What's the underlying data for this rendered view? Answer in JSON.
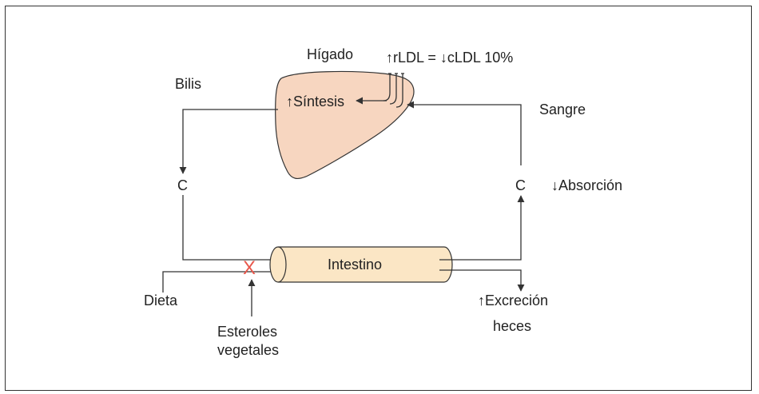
{
  "labels": {
    "higado": "Hígado",
    "rldl": "↑rLDL = ↓cLDL 10%",
    "bilis": "Bilis",
    "sintesis": "↑Síntesis",
    "sangre": "Sangre",
    "c_left": "C",
    "c_right": "C",
    "absorcion": "↓Absorción",
    "intestino": "Intestino",
    "dieta": "Dieta",
    "esteroles_1": "Esteroles",
    "esteroles_2": "vegetales",
    "excrecion": "↑Excreción",
    "heces": "heces",
    "block_mark": "X"
  },
  "colors": {
    "liver_fill": "#f7d6c0",
    "intestine_fill": "#fbe6c5",
    "stroke": "#333333",
    "block_mark": "#e8574b"
  }
}
